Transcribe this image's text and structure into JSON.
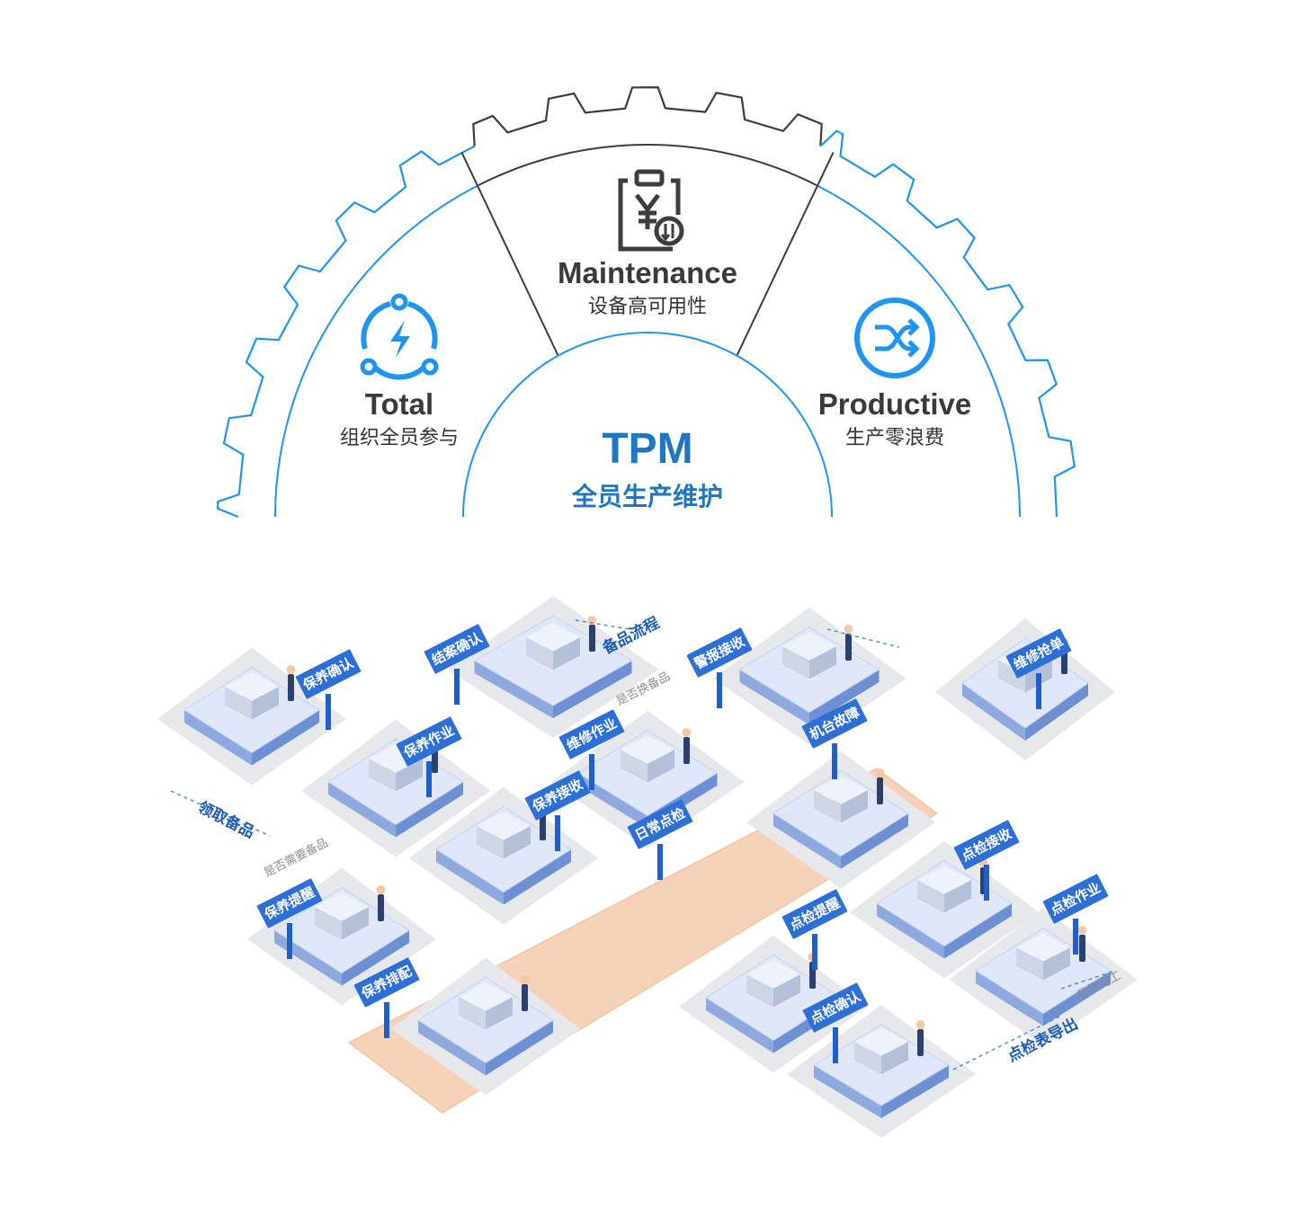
{
  "colors": {
    "accent_blue": "#1e96f0",
    "gear_grey": "#3d3d3d",
    "tpm_blue": "#1f76c2",
    "sign_blue": "#2c6fd6",
    "orange_path": "#f6d3b8"
  },
  "gear": {
    "left": {
      "icon": "energy-cycle-icon",
      "title": "Total",
      "subtitle": "组织全员参与"
    },
    "top": {
      "icon": "yuan-clipboard-icon",
      "title": "Maintenance",
      "subtitle": "设备高可用性"
    },
    "right": {
      "icon": "shuffle-icon",
      "title": "Productive",
      "subtitle": "生产零浪费"
    },
    "center": {
      "title": "TPM",
      "subtitle": "全员生产维护"
    }
  },
  "factory": {
    "signs": [
      "保养确认",
      "结案确认",
      "警报接收",
      "维修抢单",
      "保养作业",
      "维修作业",
      "机台故障",
      "保养接收",
      "日常点检",
      "点检接收",
      "保养提醒",
      "点检作业",
      "点检提醒",
      "保养排配",
      "点检确认"
    ],
    "flow_labels": [
      "备品流程",
      "领取备品",
      "点检表导出"
    ],
    "notes": [
      "是否换备品",
      "是否需要备品",
      "是否完工"
    ]
  }
}
